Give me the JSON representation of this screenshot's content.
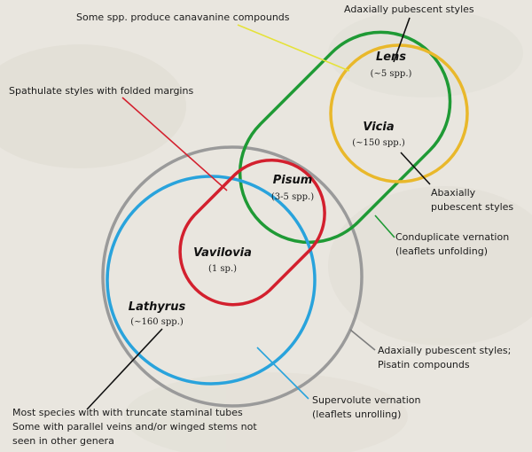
{
  "diagram": {
    "colors": {
      "background": "#e9e6df",
      "gray_outline": "#9a9a9a",
      "blue_outline": "#29a3dc",
      "red_outline": "#d3202e",
      "green_outline": "#1f9a35",
      "yellow_outline": "#e9b82b",
      "yellow_leader": "#e5e23a",
      "dark_leader": "#111111"
    },
    "genera": {
      "lens": {
        "name": "Lens",
        "count": "(~5 spp.)"
      },
      "vicia": {
        "name": "Vicia",
        "count": "(~150 spp.)"
      },
      "pisum": {
        "name": "Pisum",
        "count": "(3-5 spp.)"
      },
      "vavilovia": {
        "name": "Vavilovia",
        "count": "(1 sp.)"
      },
      "lathyrus": {
        "name": "Lathyrus",
        "count": "(~160 spp.)"
      }
    },
    "annotations": {
      "canavanine": "Some spp. produce canavanine compounds",
      "adaxial_top": "Adaxially pubescent styles",
      "spathulate": "Spathulate styles with folded margins",
      "abaxial": [
        "Abaxially",
        "pubescent styles"
      ],
      "conduplicate": [
        "Conduplicate vernation",
        "(leaflets unfolding)"
      ],
      "adaxial_pisatin": [
        "Adaxially pubescent styles;",
        "Pisatin compounds"
      ],
      "supervolute": [
        "Supervolute vernation",
        "(leaflets unrolling)"
      ],
      "lathyrus_note": [
        "Most species with with truncate staminal tubes",
        "Some with parallel veins and/or winged stems not",
        "seen in other genera"
      ]
    }
  }
}
